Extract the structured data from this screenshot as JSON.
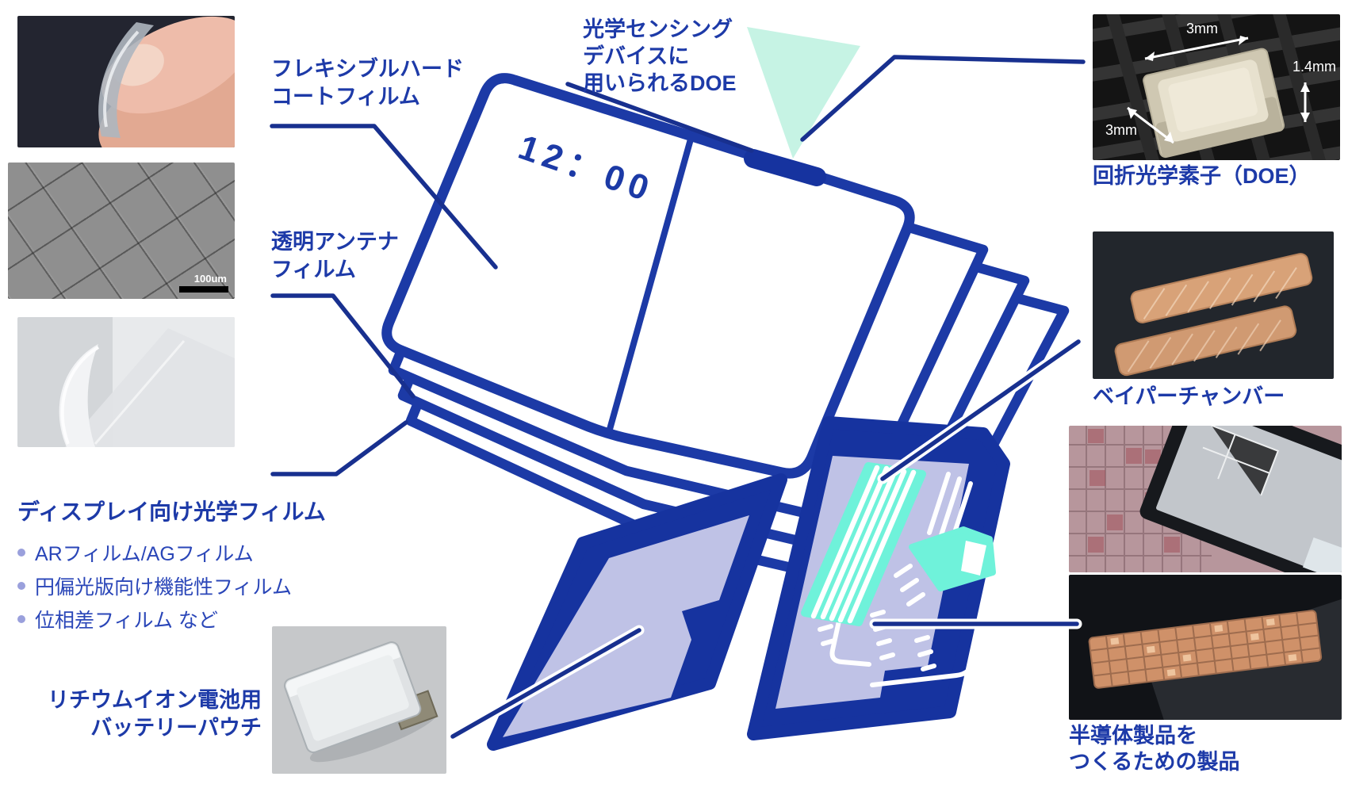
{
  "colors": {
    "label_blue": "#1d3aa8",
    "outline_blue": "#1c3aa6",
    "fill_blue": "#16339f",
    "lavender": "#bfc2e6",
    "teal": "#6ff2da",
    "mint": "#c6f3e4",
    "leader_navy": "#18308f"
  },
  "labels": {
    "flexible_hard_coat": {
      "line1": "フレキシブルハード",
      "line2": "コートフィルム"
    },
    "transparent_antenna": {
      "line1": "透明アンテナ",
      "line2": "フィルム"
    },
    "doe_device": {
      "line1": "光学センシング",
      "line2": "デバイスに",
      "line3": "用いられるDOE"
    },
    "battery_pouch": {
      "line1": "リチウムイオン電池用",
      "line2": "バッテリーパウチ"
    }
  },
  "display_optical_film": {
    "heading": "ディスプレイ向け光学フィルム",
    "bullets": [
      "ARフィルム/AGフィルム",
      "円偏光版向け機能性フィルム",
      "位相差フィルム など"
    ]
  },
  "captions": {
    "doe": "回折光学素子（DOE）",
    "vapor": "ベイパーチャンバー",
    "semiconductor": {
      "line1": "半導体製品を",
      "line2": "つくるための製品"
    }
  },
  "illustration": {
    "clock": "12：00"
  },
  "doe_photo": {
    "dim_top": "3mm",
    "dim_right": "1.4mm",
    "dim_side": "3mm"
  },
  "sem_photo": {
    "scale_label": "100um"
  }
}
